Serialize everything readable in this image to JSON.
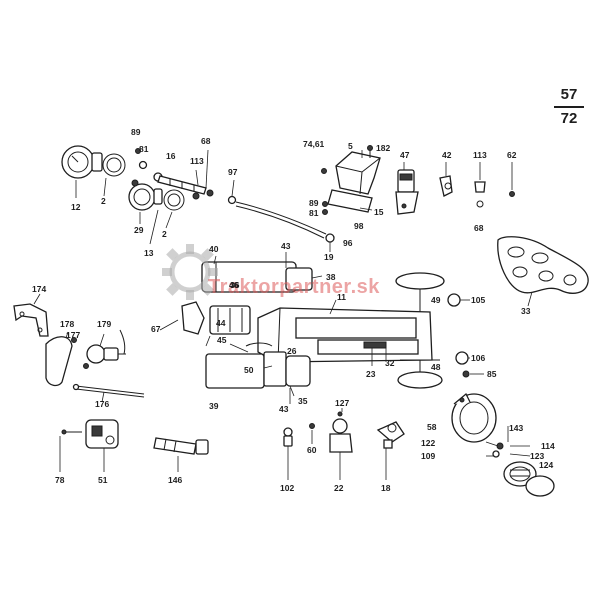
{
  "page_reference": {
    "numerator": "57",
    "denominator": "72"
  },
  "watermark": {
    "text": "Traktorpartner.sk",
    "color": "#dc5a5a"
  },
  "line_color": "#1e1e1e",
  "part_labels": [
    "89",
    "81",
    "68",
    "113",
    "16",
    "97",
    "74,61",
    "5",
    "182",
    "47",
    "42",
    "113",
    "62",
    "12",
    "2",
    "29",
    "13",
    "2",
    "89",
    "81",
    "15",
    "19",
    "96",
    "98",
    "68",
    "40",
    "43",
    "38",
    "36",
    "33",
    "67",
    "44",
    "174",
    "178",
    "177",
    "179",
    "46",
    "45",
    "26",
    "50",
    "11",
    "49",
    "105",
    "32",
    "23",
    "48",
    "106",
    "85",
    "176",
    "39",
    "43",
    "35",
    "127",
    "58",
    "143",
    "114",
    "122",
    "123",
    "109",
    "124",
    "78",
    "51",
    "146",
    "102",
    "60",
    "22",
    "18"
  ]
}
